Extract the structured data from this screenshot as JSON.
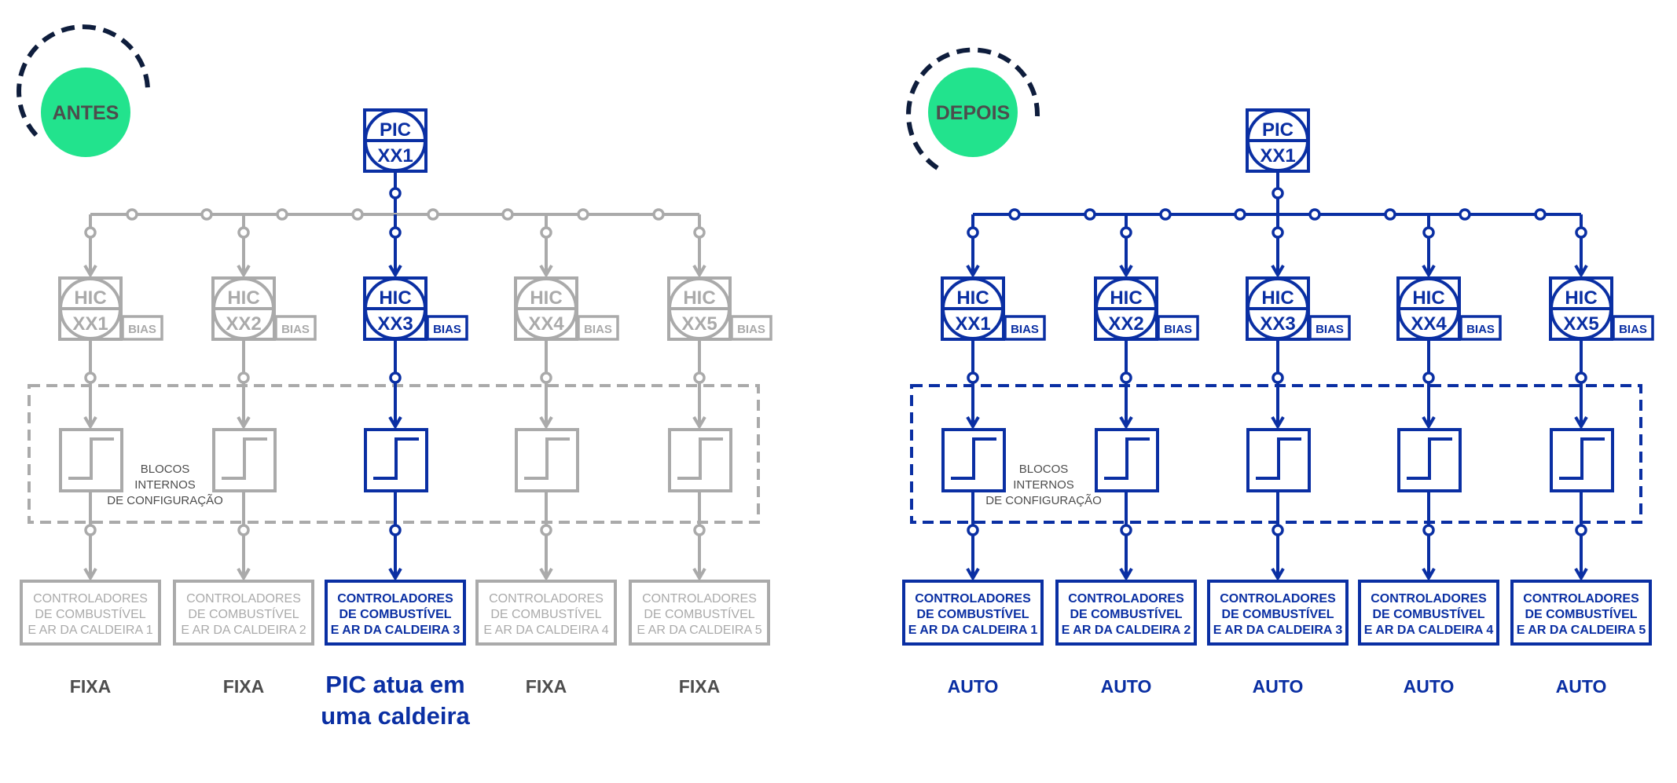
{
  "colors": {
    "blue": "#0a2fa3",
    "gray": "#aaaaaa",
    "green": "#22e38d",
    "navy": "#0e1d3c",
    "dark_text": "#4d4d4d"
  },
  "panels": [
    {
      "id": "antes",
      "badge": "ANTES",
      "pic": {
        "top": "PIC",
        "bottom": "XX1"
      },
      "block_label": [
        "BLOCOS",
        "INTERNOS",
        "DE CONFIGURAÇÃO"
      ],
      "units": [
        {
          "hic_top": "HIC",
          "hic_bottom": "XX1",
          "bias": "BIAS",
          "controller": [
            "CONTROLADORES",
            "DE COMBUSTÍVEL",
            "E AR DA CALDEIRA 1"
          ],
          "mode": [
            "FIXA"
          ],
          "active": false
        },
        {
          "hic_top": "HIC",
          "hic_bottom": "XX2",
          "bias": "BIAS",
          "controller": [
            "CONTROLADORES",
            "DE COMBUSTÍVEL",
            "E AR DA CALDEIRA 2"
          ],
          "mode": [
            "FIXA"
          ],
          "active": false
        },
        {
          "hic_top": "HIC",
          "hic_bottom": "XX3",
          "bias": "BIAS",
          "controller": [
            "CONTROLADORES",
            "DE COMBUSTÍVEL",
            "E AR DA CALDEIRA 3"
          ],
          "mode": [
            "PIC atua em",
            "uma caldeira"
          ],
          "active": true
        },
        {
          "hic_top": "HIC",
          "hic_bottom": "XX4",
          "bias": "BIAS",
          "controller": [
            "CONTROLADORES",
            "DE COMBUSTÍVEL",
            "E AR DA CALDEIRA 4"
          ],
          "mode": [
            "FIXA"
          ],
          "active": false
        },
        {
          "hic_top": "HIC",
          "hic_bottom": "XX5",
          "bias": "BIAS",
          "controller": [
            "CONTROLADORES",
            "DE COMBUSTÍVEL",
            "E AR DA CALDEIRA 5"
          ],
          "mode": [
            "FIXA"
          ],
          "active": false
        }
      ]
    },
    {
      "id": "depois",
      "badge": "DEPOIS",
      "pic": {
        "top": "PIC",
        "bottom": "XX1"
      },
      "block_label": [
        "BLOCOS",
        "INTERNOS",
        "DE CONFIGURAÇÃO"
      ],
      "units": [
        {
          "hic_top": "HIC",
          "hic_bottom": "XX1",
          "bias": "BIAS",
          "controller": [
            "CONTROLADORES",
            "DE COMBUSTÍVEL",
            "E AR DA CALDEIRA 1"
          ],
          "mode": [
            "AUTO"
          ],
          "active": true
        },
        {
          "hic_top": "HIC",
          "hic_bottom": "XX2",
          "bias": "BIAS",
          "controller": [
            "CONTROLADORES",
            "DE COMBUSTÍVEL",
            "E AR DA CALDEIRA 2"
          ],
          "mode": [
            "AUTO"
          ],
          "active": true
        },
        {
          "hic_top": "HIC",
          "hic_bottom": "XX3",
          "bias": "BIAS",
          "controller": [
            "CONTROLADORES",
            "DE COMBUSTÍVEL",
            "E AR DA CALDEIRA 3"
          ],
          "mode": [
            "AUTO"
          ],
          "active": true
        },
        {
          "hic_top": "HIC",
          "hic_bottom": "XX4",
          "bias": "BIAS",
          "controller": [
            "CONTROLADORES",
            "DE COMBUSTÍVEL",
            "E AR DA CALDEIRA 4"
          ],
          "mode": [
            "AUTO"
          ],
          "active": true
        },
        {
          "hic_top": "HIC",
          "hic_bottom": "XX5",
          "bias": "BIAS",
          "controller": [
            "CONTROLADORES",
            "DE COMBUSTÍVEL",
            "E AR DA CALDEIRA 5"
          ],
          "mode": [
            "AUTO"
          ],
          "active": true
        }
      ]
    }
  ]
}
